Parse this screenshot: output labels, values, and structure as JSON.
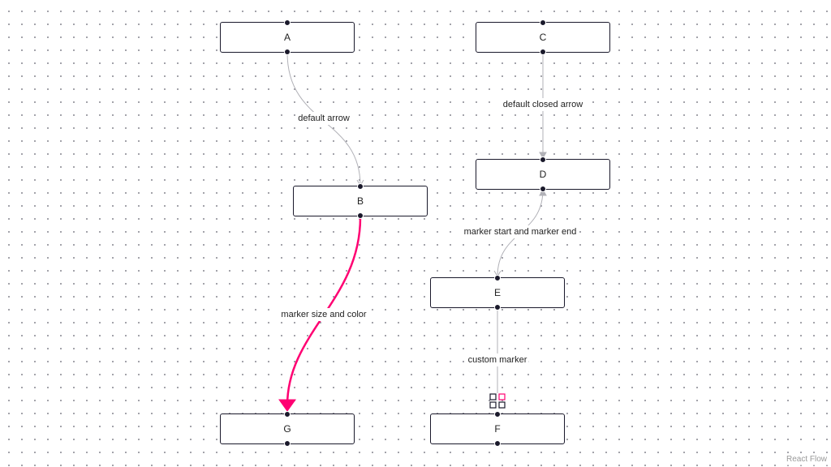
{
  "nodes": {
    "a": {
      "label": "A"
    },
    "b": {
      "label": "B"
    },
    "c": {
      "label": "C"
    },
    "d": {
      "label": "D"
    },
    "e": {
      "label": "E"
    },
    "f": {
      "label": "F"
    },
    "g": {
      "label": "G"
    }
  },
  "edges": {
    "a_b": {
      "label": "default arrow",
      "color": "#b1b1b7"
    },
    "c_d": {
      "label": "default closed arrow",
      "color": "#b1b1b7"
    },
    "d_e": {
      "label": "marker start and marker end",
      "color": "#b1b1b7"
    },
    "e_f": {
      "label": "custom marker",
      "color": "#b1b1b7"
    },
    "b_g": {
      "label": "marker size and color",
      "color": "#ff0072"
    }
  },
  "colors": {
    "node_border": "#1a192b",
    "edge": "#b1b1b7",
    "accent": "#ff0072"
  },
  "attribution": "React Flow"
}
